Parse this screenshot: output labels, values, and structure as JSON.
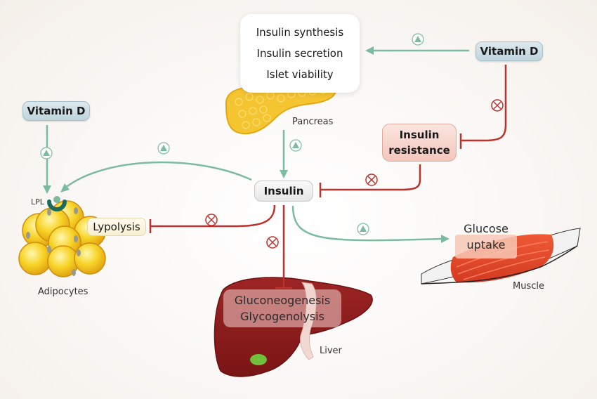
{
  "colors": {
    "stimulate": "#7dbba0",
    "inhibit": "#c0302a",
    "vitamin_d_box": "#c9dce3",
    "insulin_box": "#eeeeee",
    "resistance_box": "#f6d2c9",
    "lypolysis_box": "#fcf5de",
    "pancreas": "#f5c431",
    "adipocyte": "#f6d22a",
    "liver": "#8b1b1b",
    "muscle": "#e0452a",
    "gallbladder": "#6fbf3a"
  },
  "nodes": {
    "pancreas_effects": [
      "Insulin synthesis",
      "Insulin secretion",
      "Islet viability"
    ],
    "vitamin_d_top": "Vitamin D",
    "vitamin_d_left": "Vitamin D",
    "insulin_resistance": [
      "Insulin",
      "resistance"
    ],
    "insulin": "Insulin",
    "lypolysis": "Lypolysis",
    "liver_effects": [
      "Gluconeogenesis",
      "Glycogenolysis"
    ],
    "glucose_uptake": [
      "Glucose",
      "uptake"
    ]
  },
  "labels": {
    "pancreas": "Pancreas",
    "lpl": "LPL",
    "adipocytes": "Adipocytes",
    "liver": "Liver",
    "muscle": "Muscle"
  },
  "edges": [
    {
      "from": "Vitamin D (top)",
      "to": "Pancreas effects",
      "effect": "stimulate",
      "icon": "up-triangle"
    },
    {
      "from": "Vitamin D (top)",
      "to": "Insulin resistance",
      "effect": "inhibit",
      "icon": "circled-x"
    },
    {
      "from": "Pancreas",
      "to": "Insulin",
      "effect": "stimulate",
      "icon": "up-triangle"
    },
    {
      "from": "Insulin resistance",
      "to": "Insulin",
      "effect": "inhibit",
      "icon": "circled-x"
    },
    {
      "from": "Vitamin D (left)",
      "to": "LPL",
      "effect": "stimulate",
      "icon": "up-triangle"
    },
    {
      "from": "Insulin",
      "to": "LPL",
      "effect": "stimulate",
      "icon": "up-triangle"
    },
    {
      "from": "Insulin",
      "to": "Lypolysis",
      "effect": "inhibit",
      "icon": "circled-x"
    },
    {
      "from": "Insulin",
      "to": "Gluconeogenesis / Glycogenolysis",
      "effect": "inhibit",
      "icon": "circled-x"
    },
    {
      "from": "Insulin",
      "to": "Glucose uptake",
      "effect": "stimulate",
      "icon": "up-triangle"
    }
  ]
}
